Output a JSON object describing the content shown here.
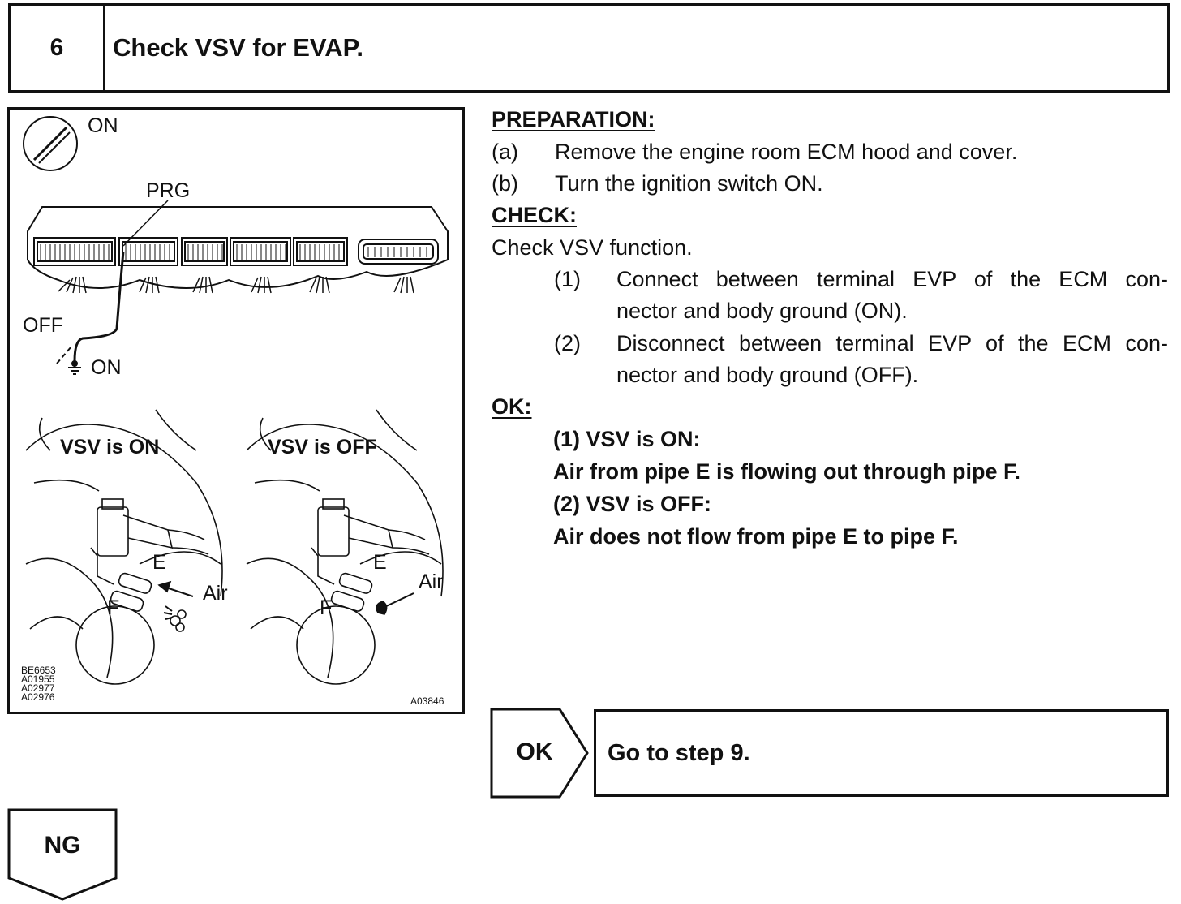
{
  "header": {
    "step_number": "6",
    "title": "Check VSV for EVAP."
  },
  "figure": {
    "ignition_label": "ON",
    "terminal_label": "PRG",
    "switch_off_label": "OFF",
    "switch_on_label": "ON",
    "left_caption": "VSV is ON",
    "right_caption": "VSV is OFF",
    "left_pipe_e": "E",
    "left_pipe_f": "F",
    "left_air": "Air",
    "right_pipe_e": "E",
    "right_pipe_f": "F",
    "right_air": "Air",
    "codes": [
      "BE6653",
      "A01955",
      "A02977",
      "A02976"
    ],
    "code_right": "A03846"
  },
  "preparation": {
    "heading": "PREPARATION:",
    "items": [
      {
        "marker": "(a)",
        "text": "Remove the engine room ECM hood and cover."
      },
      {
        "marker": "(b)",
        "text": "Turn the ignition switch ON."
      }
    ]
  },
  "check": {
    "heading": "CHECK:",
    "intro": "Check VSV function.",
    "items": [
      {
        "marker": "(1)",
        "line1": "Connect between terminal EVP of the ECM con-",
        "line2": "nector and body ground (ON)."
      },
      {
        "marker": "(2)",
        "line1": "Disconnect between terminal EVP of the ECM con-",
        "line2": "nector and body ground (OFF)."
      }
    ]
  },
  "ok": {
    "heading": "OK:",
    "lines": [
      "(1) VSV is ON:",
      "Air from pipe E is flowing out through pipe F.",
      "(2) VSV is OFF:",
      "Air does not flow from pipe E to pipe F."
    ]
  },
  "results": {
    "ok_label": "OK",
    "ok_action": "Go to step 9.",
    "ng_label": "NG"
  }
}
